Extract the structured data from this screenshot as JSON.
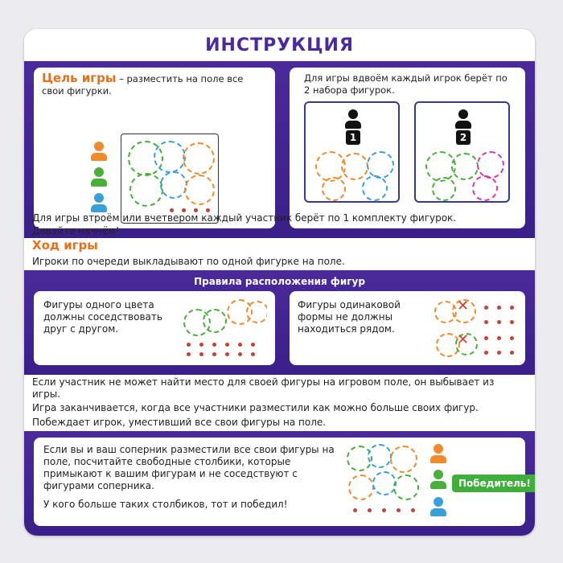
{
  "title": "ИНСТРУКЦИЯ",
  "goal": {
    "heading": "Цель игры",
    "text": "– разместить на поле все свои фигурки."
  },
  "two_players": {
    "text": "Для игры вдвоём каждый игрок берёт по 2 набора фигурок.",
    "badge_1": "1",
    "badge_2": "2"
  },
  "three_four": {
    "text": "Для игры втроём или вчетвером каждый участник берёт по 1 комплекту фигурок.",
    "start": "Давайте начнём!"
  },
  "move": {
    "heading": "Ход игры",
    "text": "Игроки по очереди выкладывают по одной фигурке на поле."
  },
  "rules": {
    "heading": "Правила расположения фигур",
    "rule_color": "Фигуры одного цвета должны соседствовать друг с другом.",
    "rule_shape": "Фигуры одинаковой формы не должны находиться рядом."
  },
  "end": {
    "p1": "Если участник не может найти место для своей фигуры на игровом поле, он выбывает из игры.",
    "p2": "Игра заканчивается, когда все участники разместили как можно больше своих фигур.",
    "p3": "Побеждает игрок, уместивший все свои фигуры на поле."
  },
  "final": {
    "text": "Если вы и ваш соперник разместили все свои фигуры на поле, посчитайте свободные столбики, которые примыкают к вашим фигурам и не соседствуют с фигурами соперника.",
    "text2": "У кого больше таких столбиков, тот и победил!",
    "winner": "Победитель!"
  },
  "colors": {
    "orange": "#f08a2a",
    "green": "#4aae3a",
    "blue": "#3aa0d8",
    "pink": "#d83aa8",
    "purple": "#3b1f88"
  },
  "icons": [
    "person-icon",
    "cross-icon"
  ]
}
